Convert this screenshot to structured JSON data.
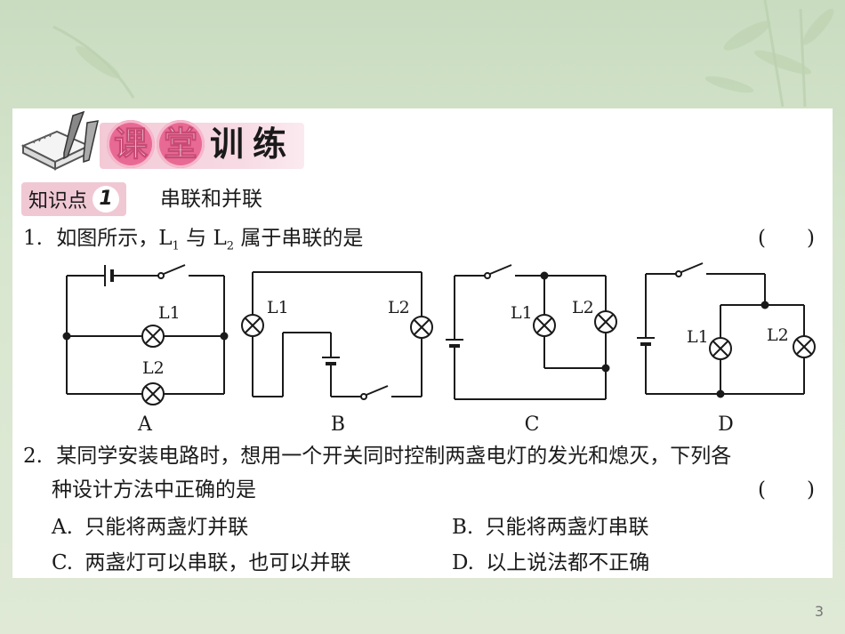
{
  "header": {
    "chars": [
      "课",
      "堂",
      "训",
      "练"
    ]
  },
  "knowledge_point": {
    "label": "知识点",
    "number": "1",
    "title": "串联和并联"
  },
  "q1": {
    "number": "1.",
    "text_before": "如图所示，L",
    "sub1": "1",
    "text_mid": " 与 L",
    "sub2": "2",
    "text_after": " 属于串联的是",
    "blank": "(　　)",
    "figures": [
      {
        "label": "A",
        "lamp_labels": [
          "L1",
          "L2"
        ]
      },
      {
        "label": "B",
        "lamp_labels": [
          "L1",
          "L2"
        ]
      },
      {
        "label": "C",
        "lamp_labels": [
          "L1",
          "L2"
        ]
      },
      {
        "label": "D",
        "lamp_labels": [
          "L1",
          "L2"
        ]
      }
    ]
  },
  "q2": {
    "number": "2.",
    "line1": "某同学安装电路时，想用一个开关同时控制两盏电灯的发光和熄灭，下列各",
    "line2": "种设计方法中正确的是",
    "blank": "(　　)",
    "options": [
      {
        "key": "A.",
        "text": "只能将两盏灯并联"
      },
      {
        "key": "B.",
        "text": "只能将两盏灯串联"
      },
      {
        "key": "C.",
        "text": "两盏灯可以串联，也可以并联"
      },
      {
        "key": "D.",
        "text": "以上说法都不正确"
      }
    ]
  },
  "page_number": "3",
  "colors": {
    "accent_pink": "#e86a94",
    "band_pink": "#f3c9d6",
    "background_green": "#d3e2c9"
  }
}
